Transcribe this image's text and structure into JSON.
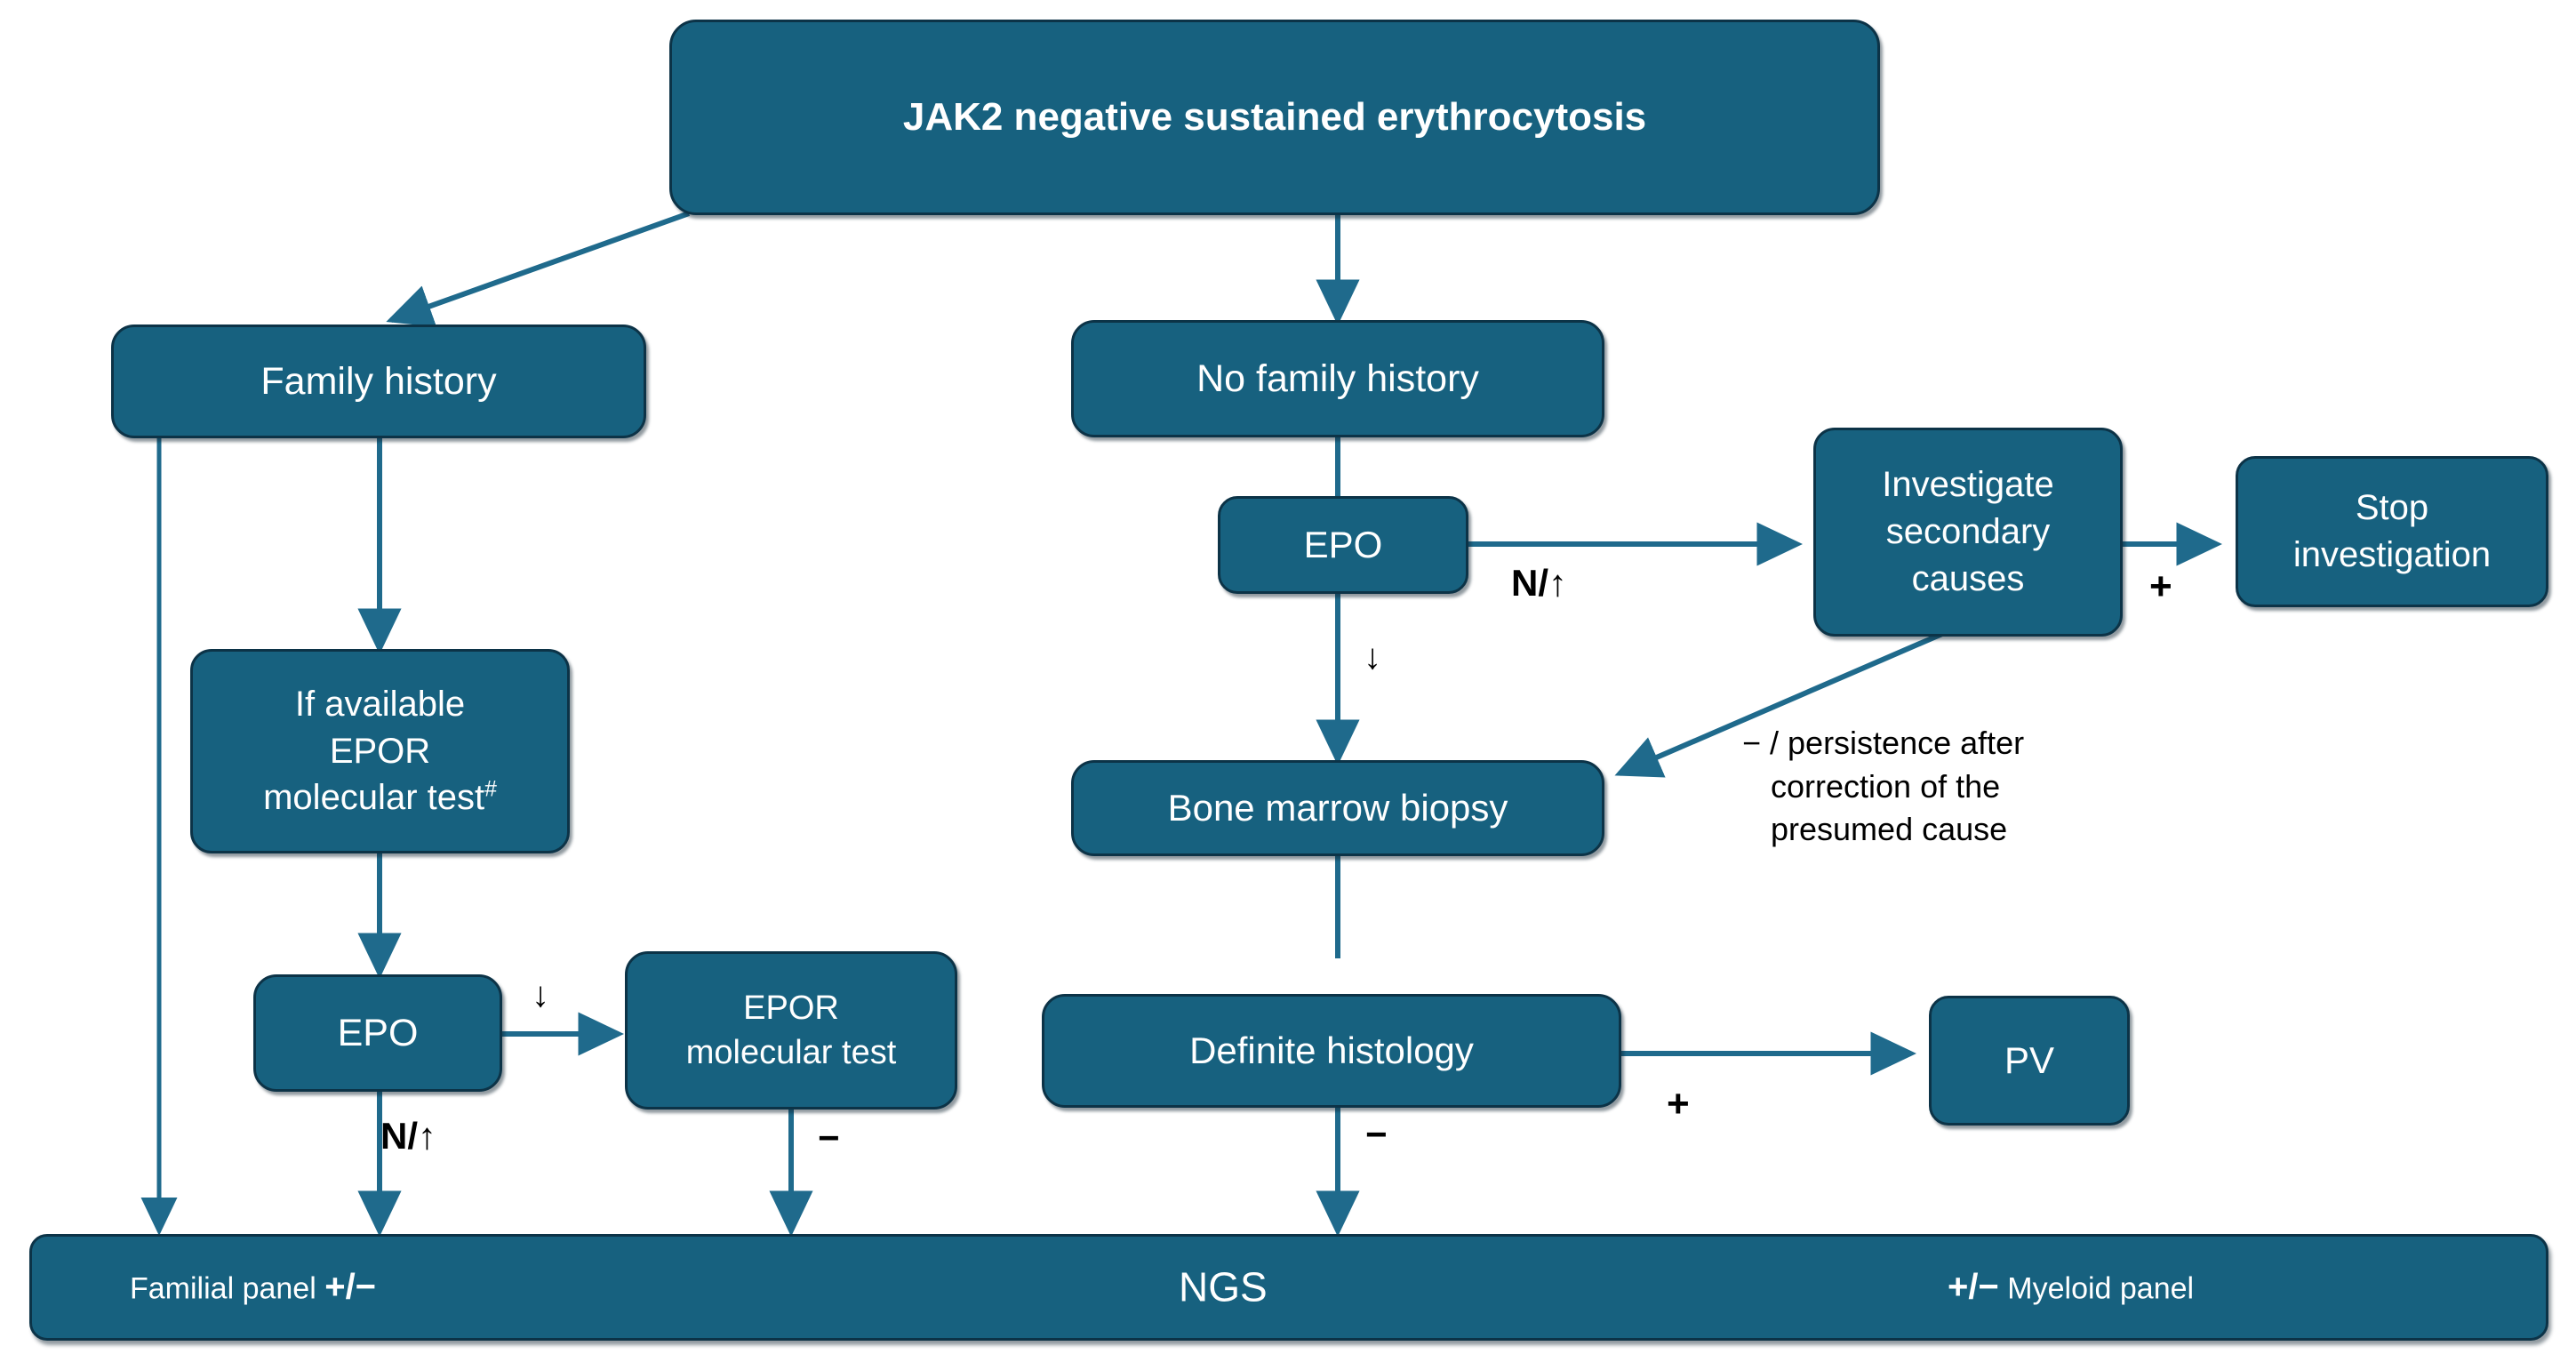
{
  "diagram": {
    "title": "JAK2 negative sustained erythrocytosis diagnostic algorithm",
    "colors": {
      "node_fill": "#17617f",
      "node_border": "#0c3347",
      "edge_line": "#1f6a8c",
      "node_text": "#ffffff",
      "label_text": "#000000",
      "background": "#ffffff"
    },
    "nodes": {
      "root": {
        "label": "JAK2 negative sustained erythrocytosis"
      },
      "family_history": {
        "label": "Family history"
      },
      "no_family_history": {
        "label": "No family history"
      },
      "epor_if_available_line1": "If available",
      "epor_if_available_line2": "EPOR",
      "epor_if_available_line3": "molecular test",
      "epor_if_available_sup": "#",
      "epo_left": {
        "label": "EPO"
      },
      "epor_test_line1": "EPOR",
      "epor_test_line2": "molecular test",
      "epo_mid": {
        "label": "EPO"
      },
      "investigate_line1": "Investigate",
      "investigate_line2": "secondary",
      "investigate_line3": "causes",
      "stop_line1": "Stop",
      "stop_line2": "investigation",
      "bone_marrow": {
        "label": "Bone marrow biopsy"
      },
      "definite_histology": {
        "label": "Definite histology"
      },
      "pv": {
        "label": "PV"
      }
    },
    "bottom_bar": {
      "left_label": "Familial panel ",
      "left_sign": "+/−",
      "center_label": "NGS",
      "right_sign": "+/−",
      "right_label": " Myeloid panel"
    },
    "edge_labels": {
      "epo_mid_right": "N/↑",
      "epo_mid_down": "↓",
      "investigate_to_stop": "+",
      "persistence_line1": "− / persistence after",
      "persistence_line2": "correction of the",
      "persistence_line3": "presumed cause",
      "epo_left_right": "↓",
      "epo_left_down": "N/↑",
      "epor_test_down": "−",
      "definite_to_pv": "+",
      "definite_down": "−"
    }
  }
}
